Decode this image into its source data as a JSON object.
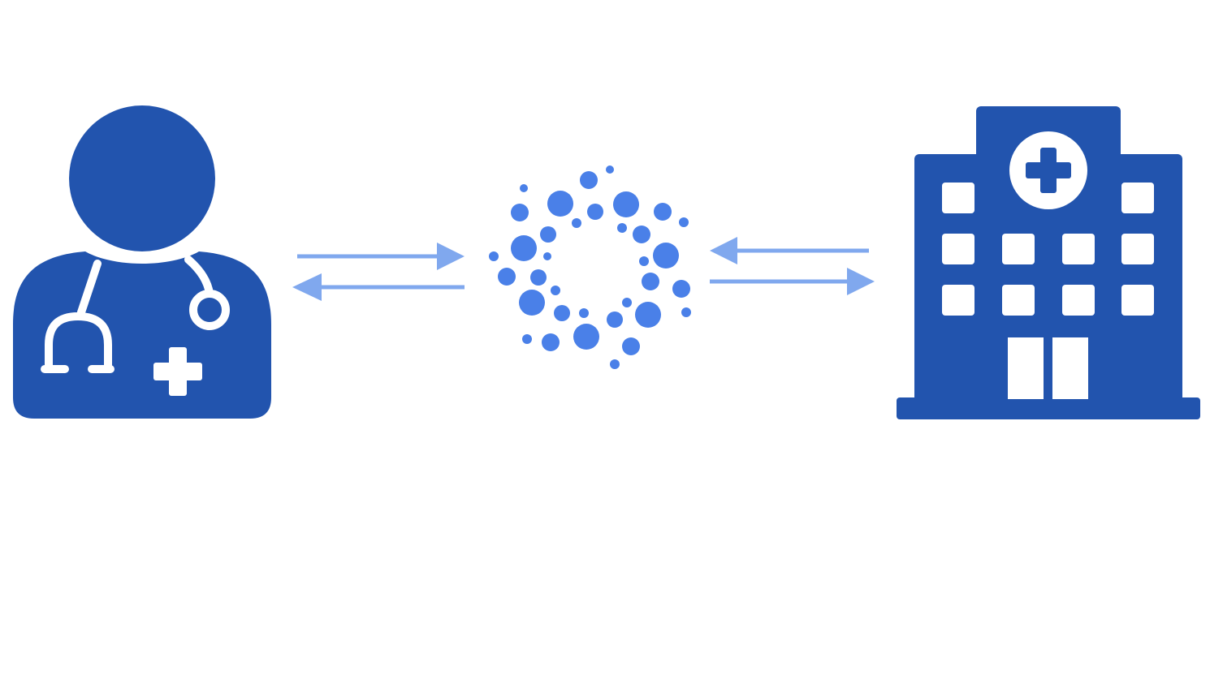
{
  "diagram": {
    "nodes": [
      {
        "id": "doctor",
        "icon": "doctor-icon"
      },
      {
        "id": "hub",
        "icon": "circular-dots-logo-icon"
      },
      {
        "id": "hospital",
        "icon": "hospital-building-icon"
      }
    ],
    "edges": [
      {
        "from": "doctor",
        "to": "hub"
      },
      {
        "from": "hub",
        "to": "doctor"
      },
      {
        "from": "hospital",
        "to": "hub"
      },
      {
        "from": "hub",
        "to": "hospital"
      }
    ]
  },
  "colors": {
    "primary": "#2254AE",
    "hub": "#4A80E8",
    "arrow": "#80A8EE",
    "background": "#FFFFFF"
  }
}
